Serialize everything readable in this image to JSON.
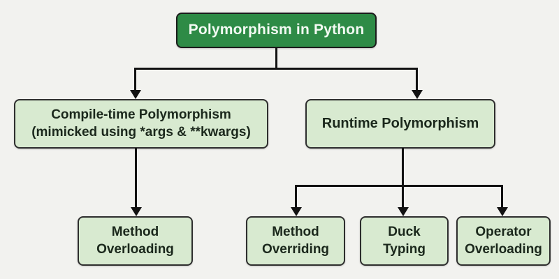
{
  "diagram_title": "Polymorphism in Python",
  "colors": {
    "background": "#f2f2ef",
    "root_fill": "#2e8b46",
    "root_border": "#1b1b1b",
    "root_text": "#f3faf3",
    "node_fill": "#d8ead0",
    "node_border": "#2e2e2e",
    "node_text": "#1b281c",
    "line": "#121212"
  },
  "nodes": {
    "root": {
      "lines": [
        "Polymorphism in Python"
      ]
    },
    "compile_time": {
      "lines": [
        "Compile-time Polymorphism",
        "(mimicked using *args & **kwargs)"
      ]
    },
    "runtime": {
      "lines": [
        "Runtime Polymorphism"
      ]
    },
    "method_overloading": {
      "lines": [
        "Method",
        "Overloading"
      ]
    },
    "method_overriding": {
      "lines": [
        "Method",
        "Overriding"
      ]
    },
    "duck_typing": {
      "lines": [
        "Duck",
        "Typing"
      ]
    },
    "operator_overloading": {
      "lines": [
        "Operator",
        "Overloading"
      ]
    }
  },
  "edges": [
    {
      "from": "root",
      "to": "compile_time"
    },
    {
      "from": "root",
      "to": "runtime"
    },
    {
      "from": "compile_time",
      "to": "method_overloading"
    },
    {
      "from": "runtime",
      "to": "method_overriding"
    },
    {
      "from": "runtime",
      "to": "duck_typing"
    },
    {
      "from": "runtime",
      "to": "operator_overloading"
    }
  ]
}
